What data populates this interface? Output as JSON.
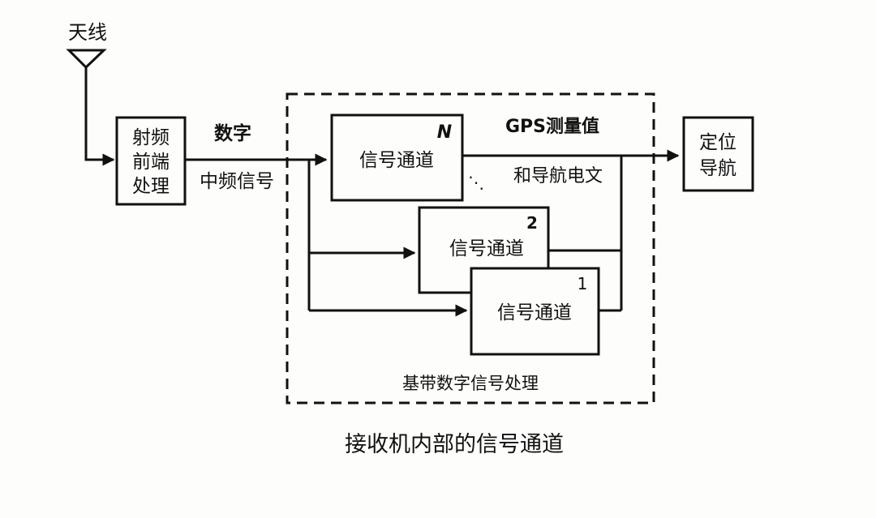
{
  "antenna": {
    "label": "天线"
  },
  "rf_block": {
    "lines": [
      "射频",
      "前端",
      "处理"
    ]
  },
  "digital_if": {
    "line1": "数字",
    "line2": "中频信号"
  },
  "channels": [
    {
      "number": "N",
      "label": "信号通道"
    },
    {
      "number": "2",
      "label": "信号通道"
    },
    {
      "number": "1",
      "label": "信号通道"
    }
  ],
  "ellipsis": "⋱",
  "output": {
    "line1": "GPS测量值",
    "line2": "和导航电文"
  },
  "nav_block": {
    "lines": [
      "定位",
      "导航"
    ]
  },
  "baseband_label": "基带数字信号处理",
  "caption": "接收机内部的信号通道"
}
